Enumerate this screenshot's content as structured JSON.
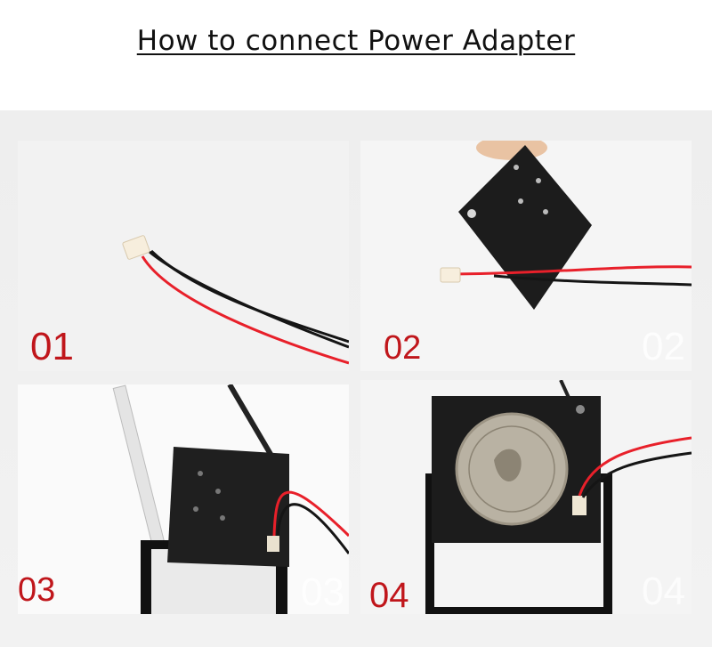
{
  "title": "How to connect Power Adapter",
  "steps": [
    {
      "number": "01"
    },
    {
      "number": "02"
    },
    {
      "number": "03"
    },
    {
      "number": "04"
    }
  ],
  "colors": {
    "step_number": "#c0161b",
    "wire_red": "#e8202a",
    "wire_black": "#151515",
    "plate": "#1c1c1c",
    "background": "#eeeeee"
  }
}
